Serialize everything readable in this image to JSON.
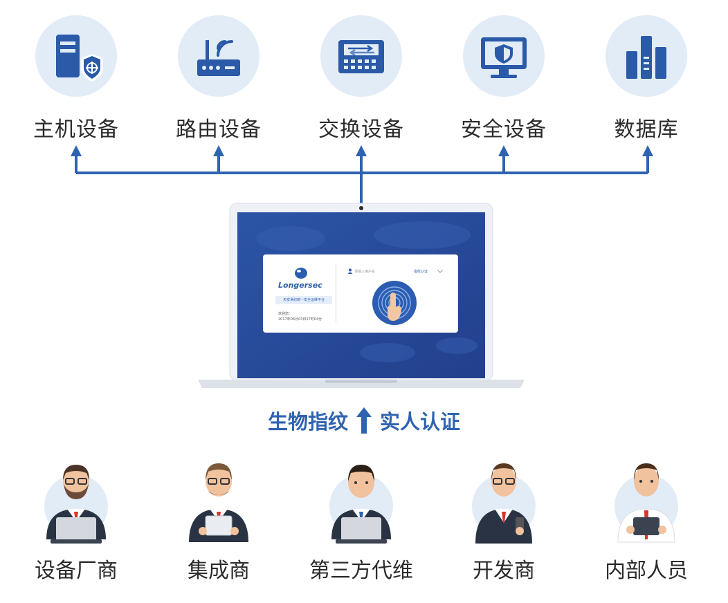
{
  "devices": [
    {
      "label": "主机设备",
      "icon": "server-shield-icon"
    },
    {
      "label": "路由设备",
      "icon": "router-icon"
    },
    {
      "label": "交换设备",
      "icon": "switch-icon"
    },
    {
      "label": "安全设备",
      "icon": "security-monitor-icon"
    },
    {
      "label": "数据库",
      "icon": "database-bars-icon"
    }
  ],
  "login_card": {
    "brand": "Longersec",
    "slogan": "天安世纪统一安全运维平台",
    "welcome": "欢迎您：",
    "datetime": "2017年06月03日17时04分",
    "username_placeholder": "请输入用户名",
    "auth_mode": "指纹认证"
  },
  "caption": {
    "left": "生物指纹",
    "right": "实人认证"
  },
  "users": [
    {
      "label": "设备厂商",
      "icon": "vendor-person-laptop-icon"
    },
    {
      "label": "集成商",
      "icon": "integrator-person-tablet-icon"
    },
    {
      "label": "第三方代维",
      "icon": "third-party-person-laptop-icon"
    },
    {
      "label": "开发商",
      "icon": "developer-person-phone-icon"
    },
    {
      "label": "内部人员",
      "icon": "internal-person-tablet-icon"
    }
  ],
  "colors": {
    "accent": "#2f63b0",
    "icon_bg": "#e2ecf7",
    "screen": "#2a4c9c",
    "text": "#2b2b2b"
  }
}
